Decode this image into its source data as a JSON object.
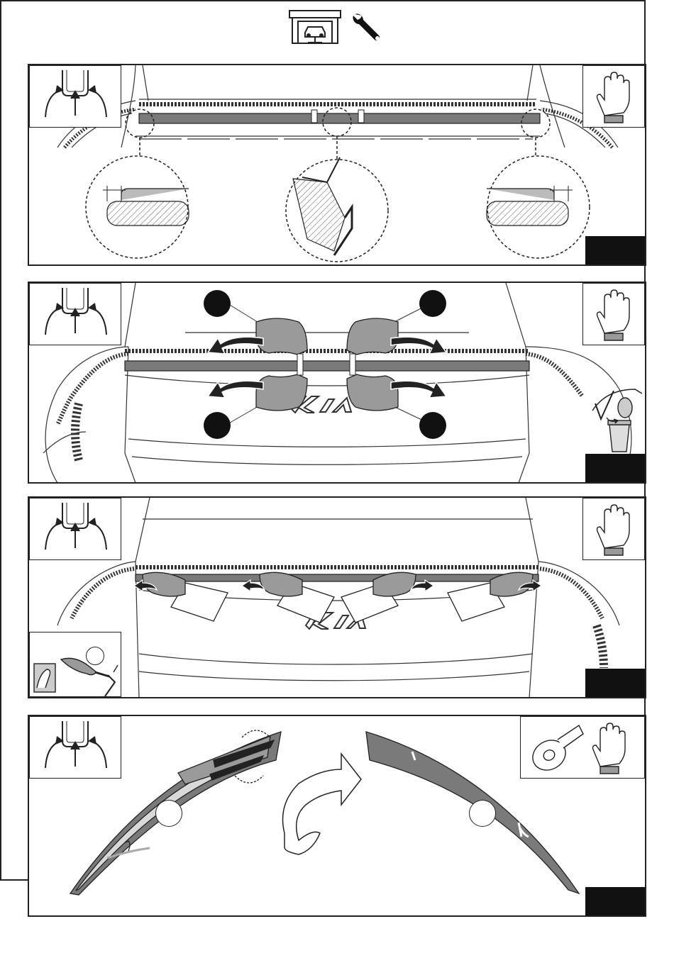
{
  "header": {
    "icons": [
      "garage-car-lift-icon",
      "wrench-icon"
    ]
  },
  "panels": [
    {
      "index": 1,
      "step_number": "",
      "tools": [
        "open-tailgate-icon",
        "gloves-icon"
      ],
      "details": [
        "left-gap-detail",
        "center-edge-detail",
        "right-gap-detail"
      ]
    },
    {
      "index": 2,
      "step_number": "",
      "tools": [
        "open-tailgate-icon",
        "gloves-icon",
        "discard-bin-icon"
      ],
      "callouts": [
        "",
        "",
        "",
        ""
      ]
    },
    {
      "index": 3,
      "step_number": "",
      "tools": [
        "open-tailgate-icon",
        "gloves-icon",
        "press-firmly-icon"
      ],
      "callouts": [
        ""
      ]
    },
    {
      "index": 4,
      "step_number": "",
      "tools": [
        "open-tailgate-icon",
        "adhesive-tape-icon",
        "gloves-icon"
      ],
      "callouts": [
        "",
        ""
      ]
    }
  ],
  "colors": {
    "strip": "#7a7a7a",
    "glove": "#9a9a9a",
    "outline": "#222222",
    "step_box": "#111111"
  }
}
